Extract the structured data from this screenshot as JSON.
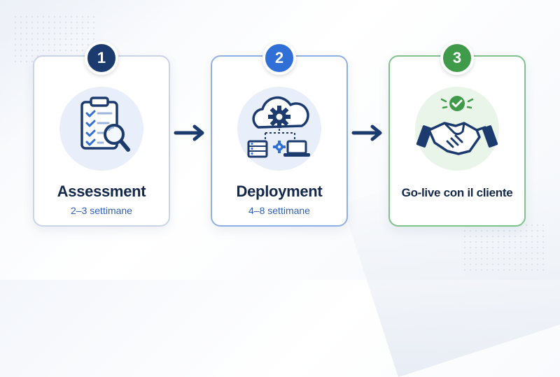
{
  "colors": {
    "navy": "#1b3b6f",
    "blue": "#2f6fd6",
    "green": "#3f9a49",
    "title_text": "#14284a"
  },
  "steps": [
    {
      "number": "1",
      "title": "Assessment",
      "subtitle": "2–3 settimane",
      "icon": "clipboard-checklist-magnifier-icon",
      "badge_color": "#1b3b6f",
      "subtitle_color": "#2f5fb5"
    },
    {
      "number": "2",
      "title": "Deployment",
      "subtitle": "4–8 settimane",
      "icon": "cloud-gear-server-laptop-icon",
      "badge_color": "#2f6fd6",
      "subtitle_color": "#2f5fb5"
    },
    {
      "number": "3",
      "title": "Go-live con il cliente",
      "subtitle": "",
      "icon": "handshake-check-icon",
      "badge_color": "#3f9a49",
      "subtitle_color": "#2f5fb5"
    }
  ],
  "connectors": [
    "right-arrow-icon",
    "right-arrow-icon"
  ]
}
